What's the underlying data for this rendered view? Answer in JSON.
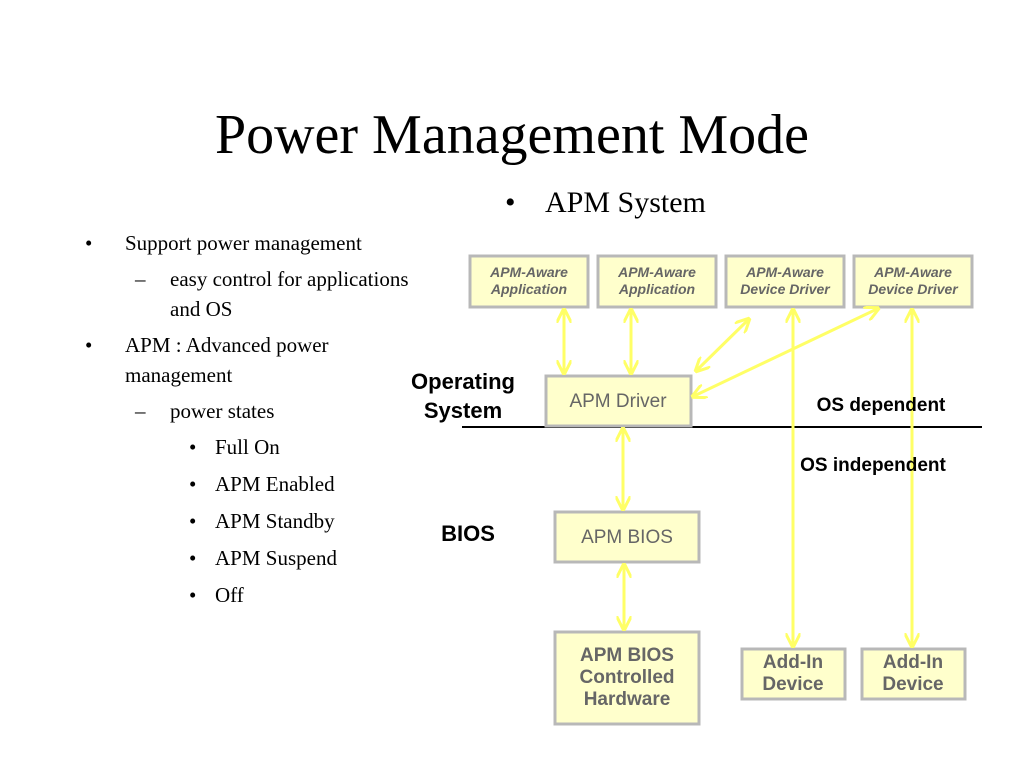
{
  "title": "Power Management Mode",
  "bullets": {
    "b1": "Support power management",
    "b1_sub": "easy control for applications and OS",
    "b2": "APM : Advanced power management",
    "b2_sub": "power states",
    "states": [
      "Full On",
      "APM Enabled",
      "APM Standby",
      "APM Suspend",
      "Off"
    ]
  },
  "diagram": {
    "heading": "APM System",
    "top_boxes": [
      [
        "APM-Aware",
        "Application"
      ],
      [
        "APM-Aware",
        "Application"
      ],
      [
        "APM-Aware",
        "Device Driver"
      ],
      [
        "APM-Aware",
        "Device Driver"
      ]
    ],
    "apm_driver": "APM Driver",
    "apm_bios": "APM BIOS",
    "bios_hw": [
      "APM BIOS",
      "Controlled",
      "Hardware"
    ],
    "addin_1": [
      "Add-In",
      "Device"
    ],
    "addin_2": [
      "Add-In",
      "Device"
    ],
    "os_label": [
      "Operating",
      "System"
    ],
    "bios_label": "BIOS",
    "os_dependent": "OS dependent",
    "os_independent": "OS independent"
  },
  "colors": {
    "box_fill": "#ffffcc",
    "box_border": "#b8b8b8",
    "arrow": "#ffff66",
    "box_text": "#666666"
  }
}
